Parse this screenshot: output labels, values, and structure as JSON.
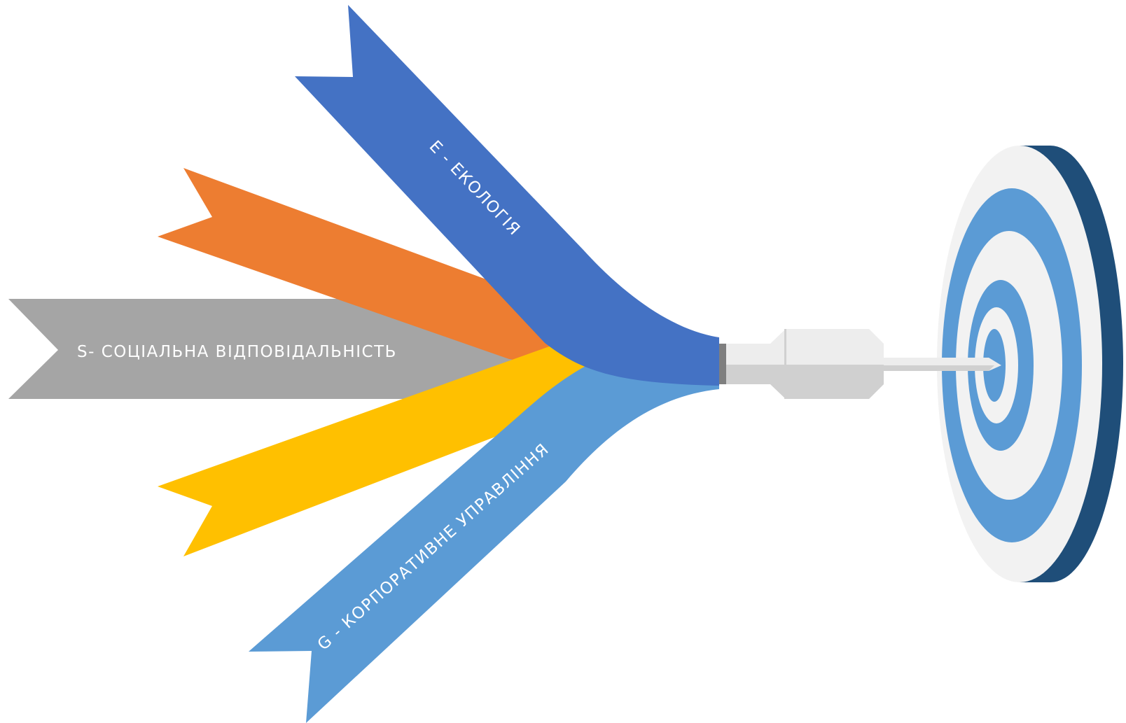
{
  "ribbons": {
    "environmental": {
      "label": "E - ЕКОЛОГІЯ",
      "color": "#4472C4"
    },
    "social": {
      "label": "S- СОЦІАЛЬНА ВІДПОВІДАЛЬНІСТЬ",
      "color": "#A5A5A5"
    },
    "governance": {
      "label": "G - КОРПОРАТИВНЕ УПРАВЛІННЯ",
      "color": "#5B9BD5"
    },
    "orange": {
      "color": "#ED7D31"
    },
    "yellow": {
      "color": "#FFC000"
    }
  },
  "dart": {
    "body_color": "#EDEDED",
    "shadow_color": "#D0D0D0",
    "ring_color": "#7F7F7F"
  },
  "target": {
    "ring_blue": "#5B9BD5",
    "ring_white": "#F2F2F2",
    "side_color": "#1F4E79"
  }
}
